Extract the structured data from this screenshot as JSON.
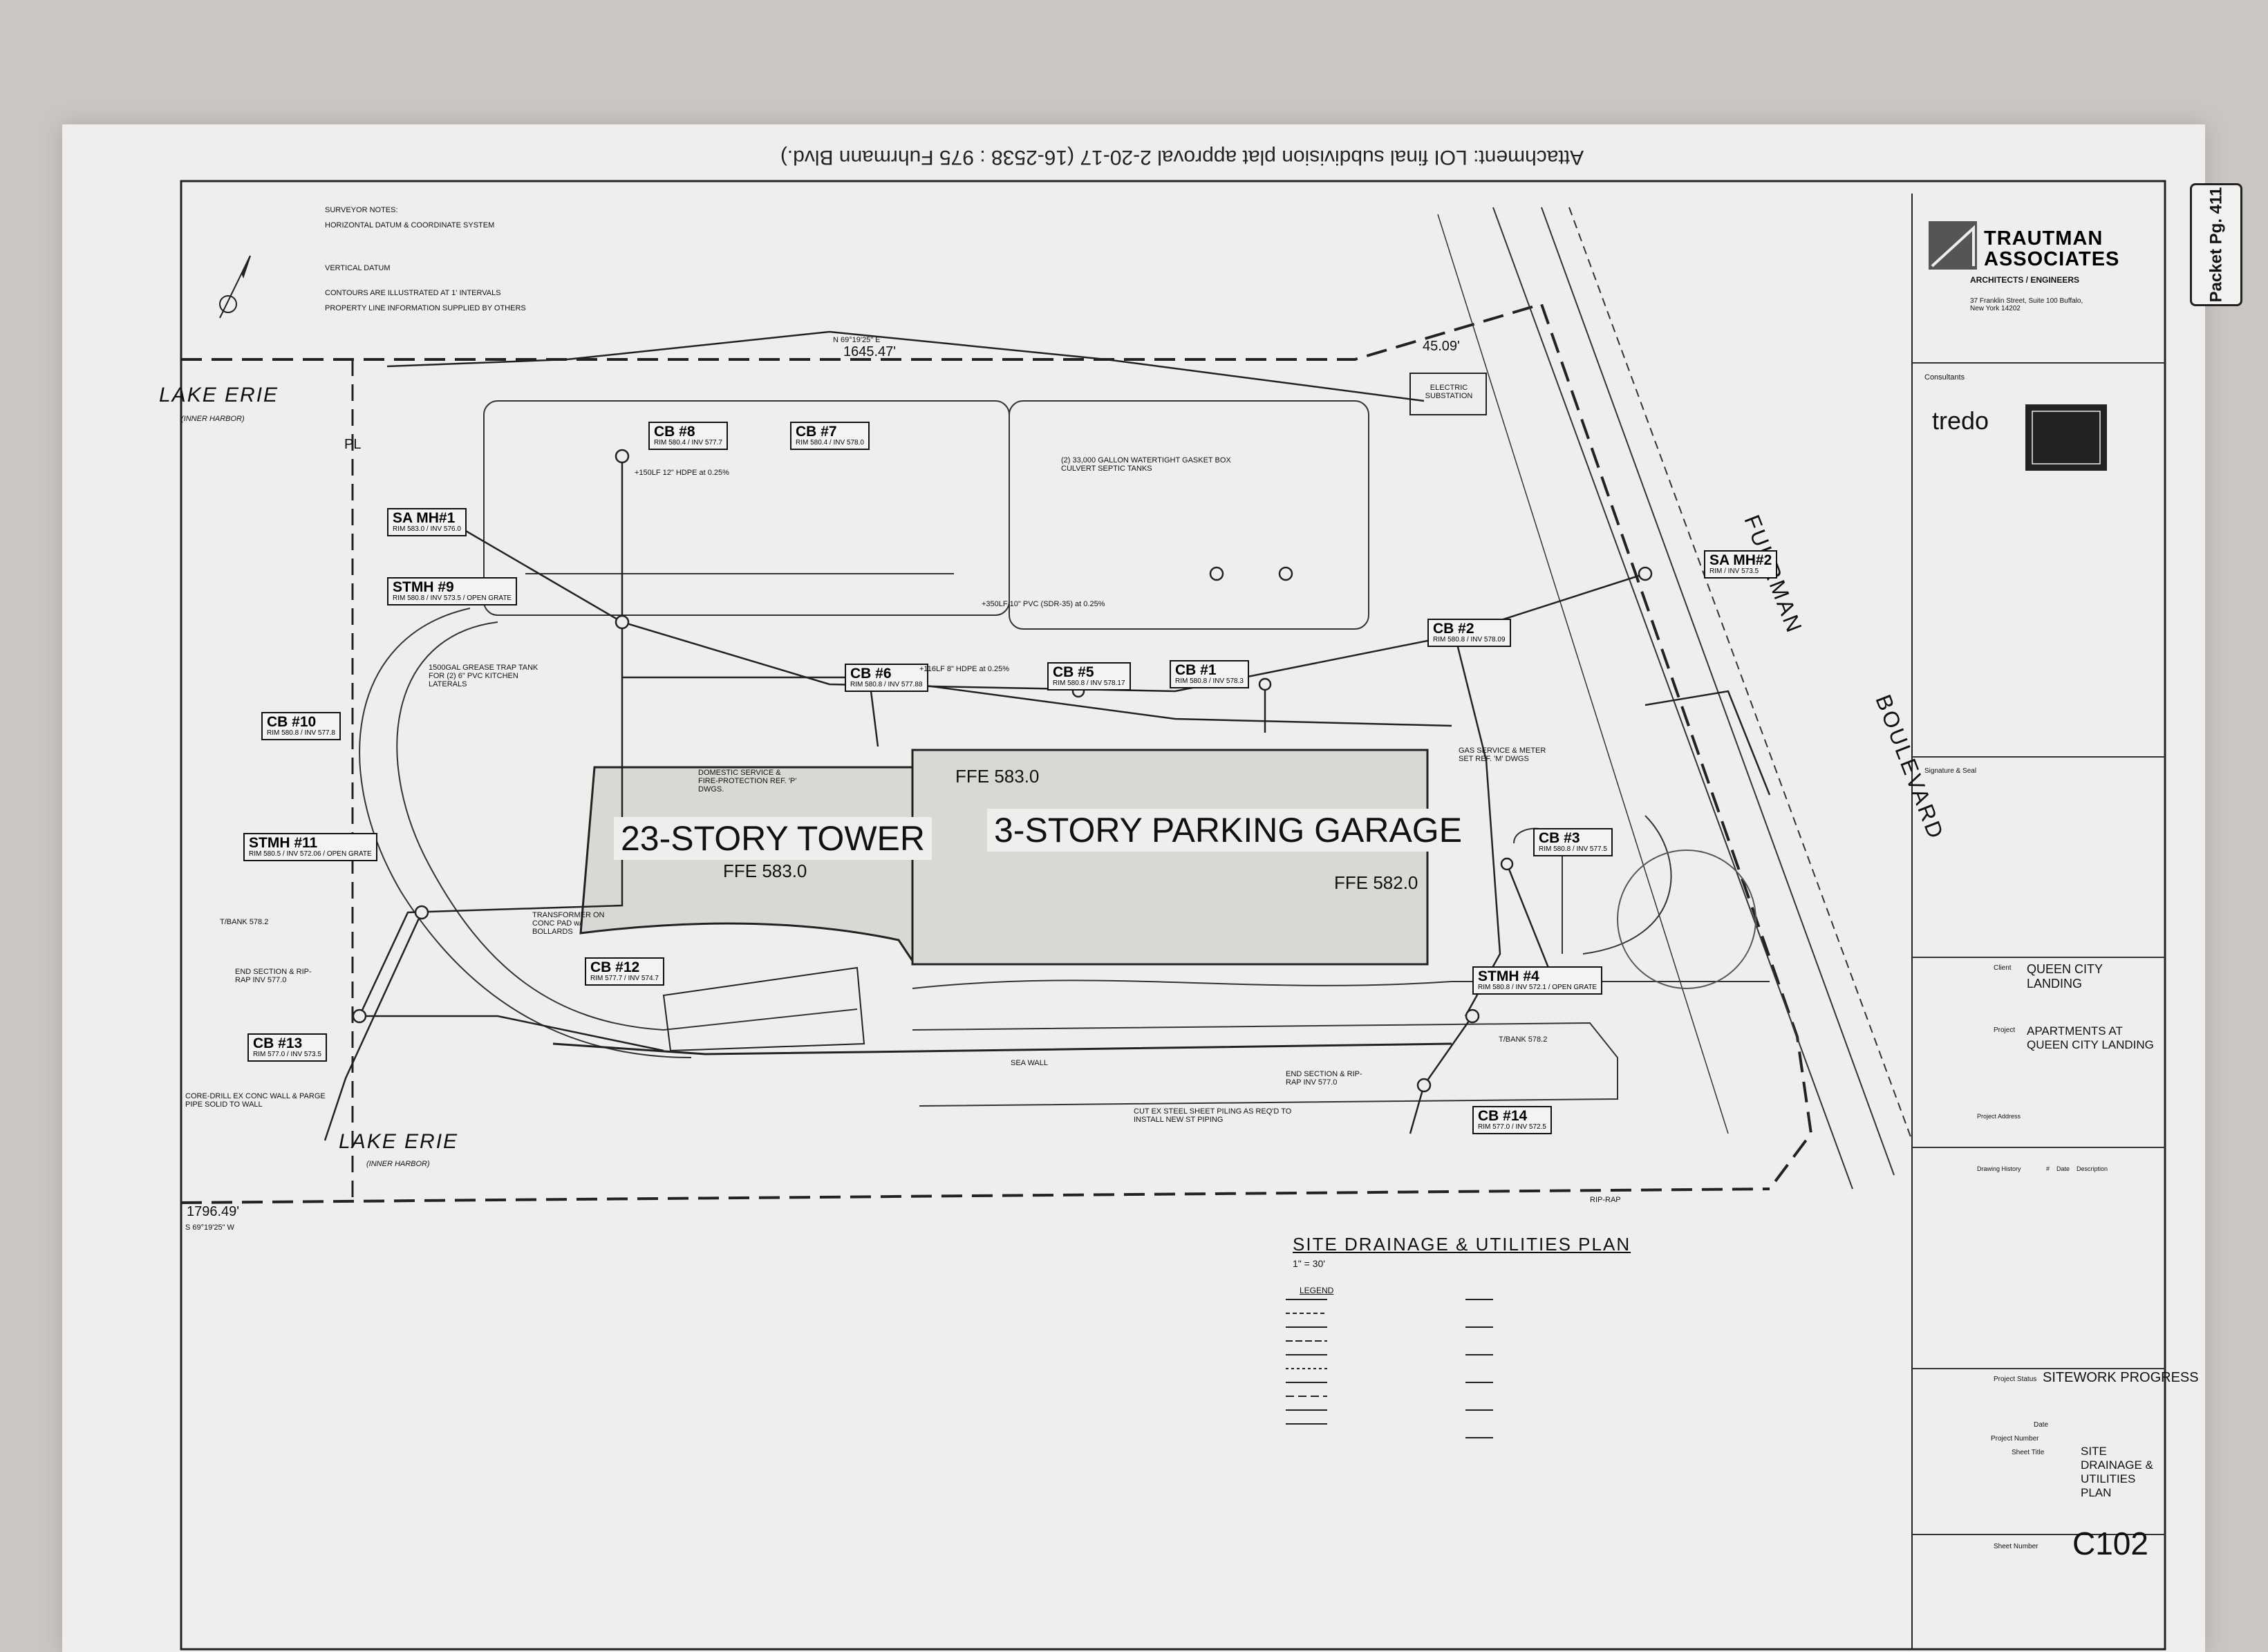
{
  "header": {
    "attachment": "Attachment: LOI final subdivision plat approval 2-20-17  (16-2538 : 975 Fuhrmann Blvd.)",
    "packet_page": "Packet Pg. 411"
  },
  "plan": {
    "site_labels": {
      "lake_erie_top": "LAKE ERIE",
      "inner_harbor_top": "(INNER HARBOR)",
      "lake_erie_bottom": "LAKE ERIE",
      "inner_harbor_bottom": "(INNER HARBOR)",
      "fuhrman": "FUHRMAN",
      "boulevard": "BOULEVARD",
      "electric_substation": "ELECTRIC SUBSTATION",
      "pl": "PL"
    },
    "buildings": {
      "tower_label": "23-STORY TOWER",
      "tower_ffe": "FFE 583.0",
      "garage_label": "3-STORY PARKING GARAGE",
      "garage_ffe_top": "FFE 583.0",
      "garage_ffe_right": "FFE 582.0"
    },
    "dimensions": {
      "top_distance": "1645.47'",
      "top_bearing": "N 69°19'25\" E",
      "bottom_distance": "1796.49'",
      "bottom_bearing": "S 69°19'25\" W",
      "corner_distance": "45.09'"
    },
    "structures": [
      {
        "name": "CB #8",
        "sub": "RIM 580.4 / INV 577.7"
      },
      {
        "name": "CB #7",
        "sub": "RIM 580.4 / INV 578.0"
      },
      {
        "name": "SA MH#1",
        "sub": "RIM 583.0 / INV 576.0"
      },
      {
        "name": "STMH #9",
        "sub": "RIM 580.8 / INV 573.5 / OPEN GRATE"
      },
      {
        "name": "CB #10",
        "sub": "RIM 580.8 / INV 577.8"
      },
      {
        "name": "STMH #11",
        "sub": "RIM 580.5 / INV 572.06 / OPEN GRATE"
      },
      {
        "name": "CB #12",
        "sub": "RIM 577.7 / INV 574.7"
      },
      {
        "name": "CB #13",
        "sub": "RIM 577.0 / INV 573.5"
      },
      {
        "name": "CB #6",
        "sub": "RIM 580.8 / INV 577.88"
      },
      {
        "name": "CB #5",
        "sub": "RIM 580.8 / INV 578.17"
      },
      {
        "name": "CB #1",
        "sub": "RIM 580.8 / INV 578.3"
      },
      {
        "name": "CB #2",
        "sub": "RIM 580.8 / INV 578.09"
      },
      {
        "name": "CB #3",
        "sub": "RIM 580.8 / INV 577.5"
      },
      {
        "name": "STMH #4",
        "sub": "RIM 580.8 / INV 572.1 / OPEN GRATE"
      },
      {
        "name": "CB #14",
        "sub": "RIM 577.0 / INV 572.5"
      },
      {
        "name": "SA MH#2",
        "sub": "RIM / INV 573.5"
      }
    ],
    "notes": {
      "surveyor_notes": "SURVEYOR NOTES:",
      "horizontal_datum": "HORIZONTAL DATUM & COORDINATE SYSTEM",
      "vertical_datum": "VERTICAL DATUM",
      "contours": "CONTOURS ARE ILLUSTRATED AT 1' INTERVALS",
      "property": "PROPERTY LINE INFORMATION SUPPLIED BY OTHERS",
      "grease_trap": "1500GAL GREASE TRAP TANK FOR (2) 6\" PVC KITCHEN LATERALS",
      "watertight": "(2) 33,000 GALLON WATERTIGHT GASKET BOX CULVERT SEPTIC TANKS",
      "transformer": "TRANSFORMER ON CONC PAD w/ BOLLARDS",
      "domestic_service": "DOMESTIC SERVICE & FIRE-PROTECTION REF. 'P' DWGS.",
      "gas_service": "GAS SERVICE & METER SET REF. 'M' DWGS",
      "end_section_left": "END SECTION & RIP-RAP INV 577.0",
      "end_section_right": "END SECTION & RIP-RAP INV 577.0",
      "core_drill": "CORE-DRILL EX CONC WALL & PARGE PIPE SOLID TO WALL",
      "cut_ex_steel": "CUT EX STEEL SHEET PILING AS REQ'D TO INSTALL NEW ST PIPING",
      "tbank_left": "T/BANK 578.2",
      "tbank_right": "T/BANK 578.2",
      "sea_wall": "SEA WALL",
      "rip_rap": "RIP-RAP",
      "hdpe_150": "+150LF 12\" HDPE at 0.25%",
      "pvc_350": "+350LF 10\" PVC (SDR-35) at 0.25%",
      "hdpe_116": "+116LF 8\" HDPE at 0.25%"
    },
    "plan_title": "SITE DRAINAGE & UTILITIES PLAN",
    "scale": "1\" = 30'",
    "legend_title": "LEGEND"
  },
  "title_block": {
    "firm_name_line1": "TRAUTMAN",
    "firm_name_line2": "ASSOCIATES",
    "firm_tagline": "ARCHITECTS / ENGINEERS",
    "firm_address": "37 Franklin Street, Suite 100 Buffalo, New York 14202",
    "consultants_label": "Consultants",
    "consultant": "tredo",
    "signature_label": "Signature & Seal",
    "client_label": "Client",
    "client": "QUEEN CITY LANDING",
    "project_label": "Project",
    "project": "APARTMENTS AT QUEEN CITY LANDING",
    "project_address_label": "Project Address",
    "drawing_history_label": "Drawing History",
    "history_cols": "#    Date    Description",
    "project_status_label": "Project Status",
    "project_status": "SITEWORK PROGRESS",
    "date_label": "Date",
    "project_number_label": "Project Number",
    "sheet_title_label": "Sheet Title",
    "sheet_title": "SITE DRAINAGE & UTILITIES PLAN",
    "sheet_number_label": "Sheet Number",
    "sheet_number": "C102"
  }
}
